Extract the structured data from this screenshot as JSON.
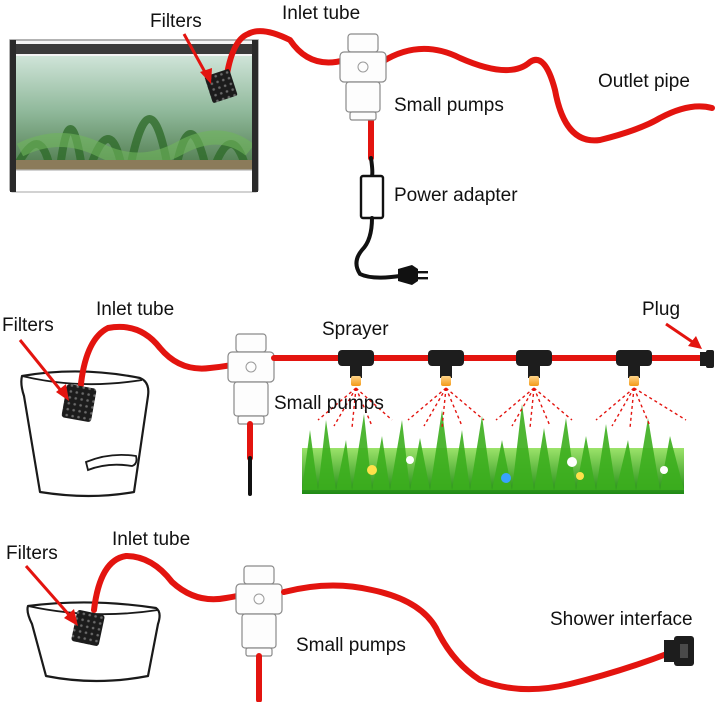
{
  "colors": {
    "tube": "#e3140f",
    "wire": "#111111",
    "arrow": "#e3140f",
    "grass": "#3cae1e",
    "filter": "#1c1c1c"
  },
  "panel_top": {
    "filters_label": "Filters",
    "inlet_label": "Inlet tube",
    "pump_label": "Small pumps",
    "outlet_label": "Outlet pipe",
    "adapter_label": "Power adapter"
  },
  "panel_middle": {
    "filters_label": "Filters",
    "inlet_label": "Inlet tube",
    "sprayer_label": "Sprayer",
    "plug_label": "Plug",
    "pump_label": "Small pumps",
    "sprayer_count": 4
  },
  "panel_bottom": {
    "filters_label": "Filters",
    "inlet_label": "Inlet tube",
    "pump_label": "Small pumps",
    "shower_label": "Shower interface"
  },
  "icons": [
    "aquarium-icon",
    "filter-icon",
    "pump-icon",
    "power-adapter-icon",
    "plug-icon",
    "bucket-icon",
    "sprayer-icon",
    "grass-icon",
    "shower-connector-icon"
  ]
}
